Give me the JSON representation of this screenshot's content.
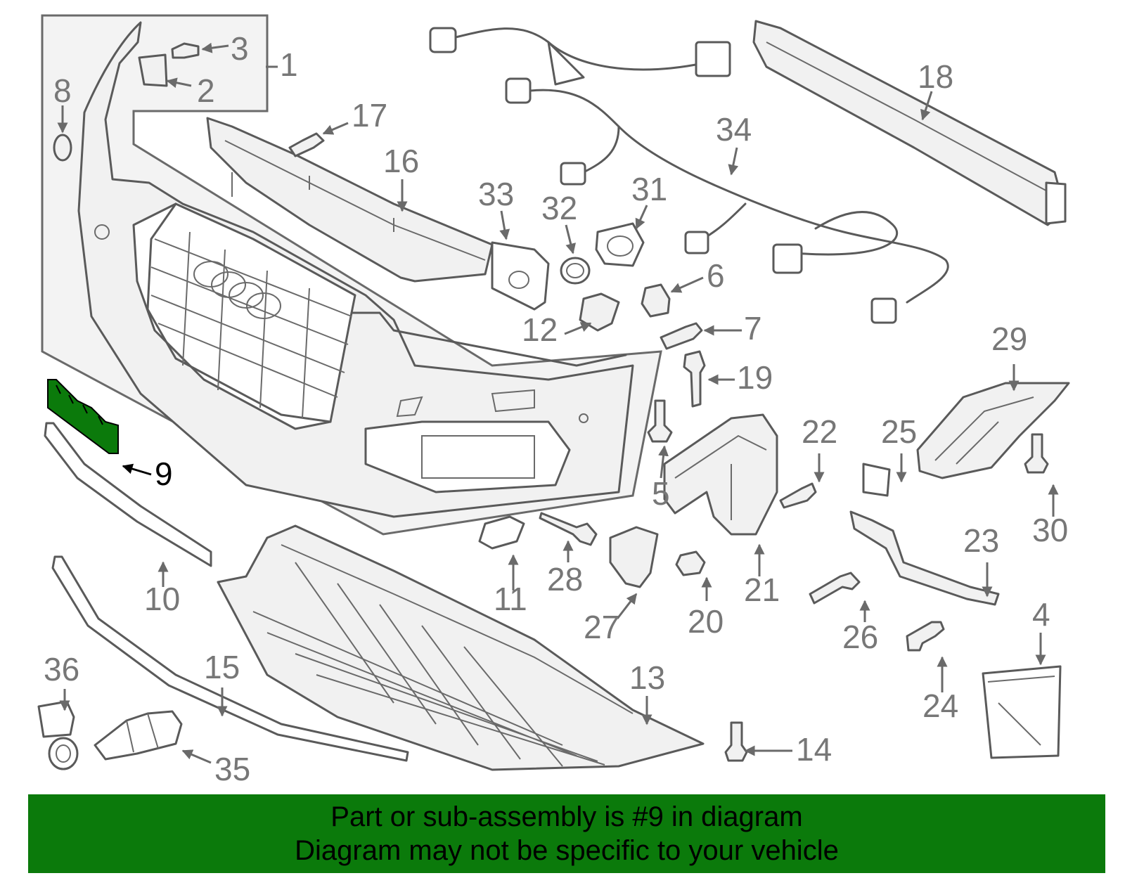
{
  "callouts": {
    "c1": "1",
    "c2": "2",
    "c3": "3",
    "c4": "4",
    "c5": "5",
    "c6": "6",
    "c7": "7",
    "c8": "8",
    "c9": "9",
    "c10": "10",
    "c11": "11",
    "c12": "12",
    "c13": "13",
    "c14": "14",
    "c15": "15",
    "c16": "16",
    "c17": "17",
    "c18": "18",
    "c19": "19",
    "c20": "20",
    "c21": "21",
    "c22": "22",
    "c23": "23",
    "c24": "24",
    "c25": "25",
    "c26": "26",
    "c27": "27",
    "c28": "28",
    "c29": "29",
    "c30": "30",
    "c31": "31",
    "c32": "32",
    "c33": "33",
    "c34": "34",
    "c35": "35",
    "c36": "36"
  },
  "highlight": {
    "part_number": "9",
    "color": "#0b7a0b"
  },
  "banner": {
    "line1": "Part or sub-assembly is #9 in diagram",
    "line2": "Diagram may not be specific to your vehicle",
    "background": "#0b7a0b"
  }
}
